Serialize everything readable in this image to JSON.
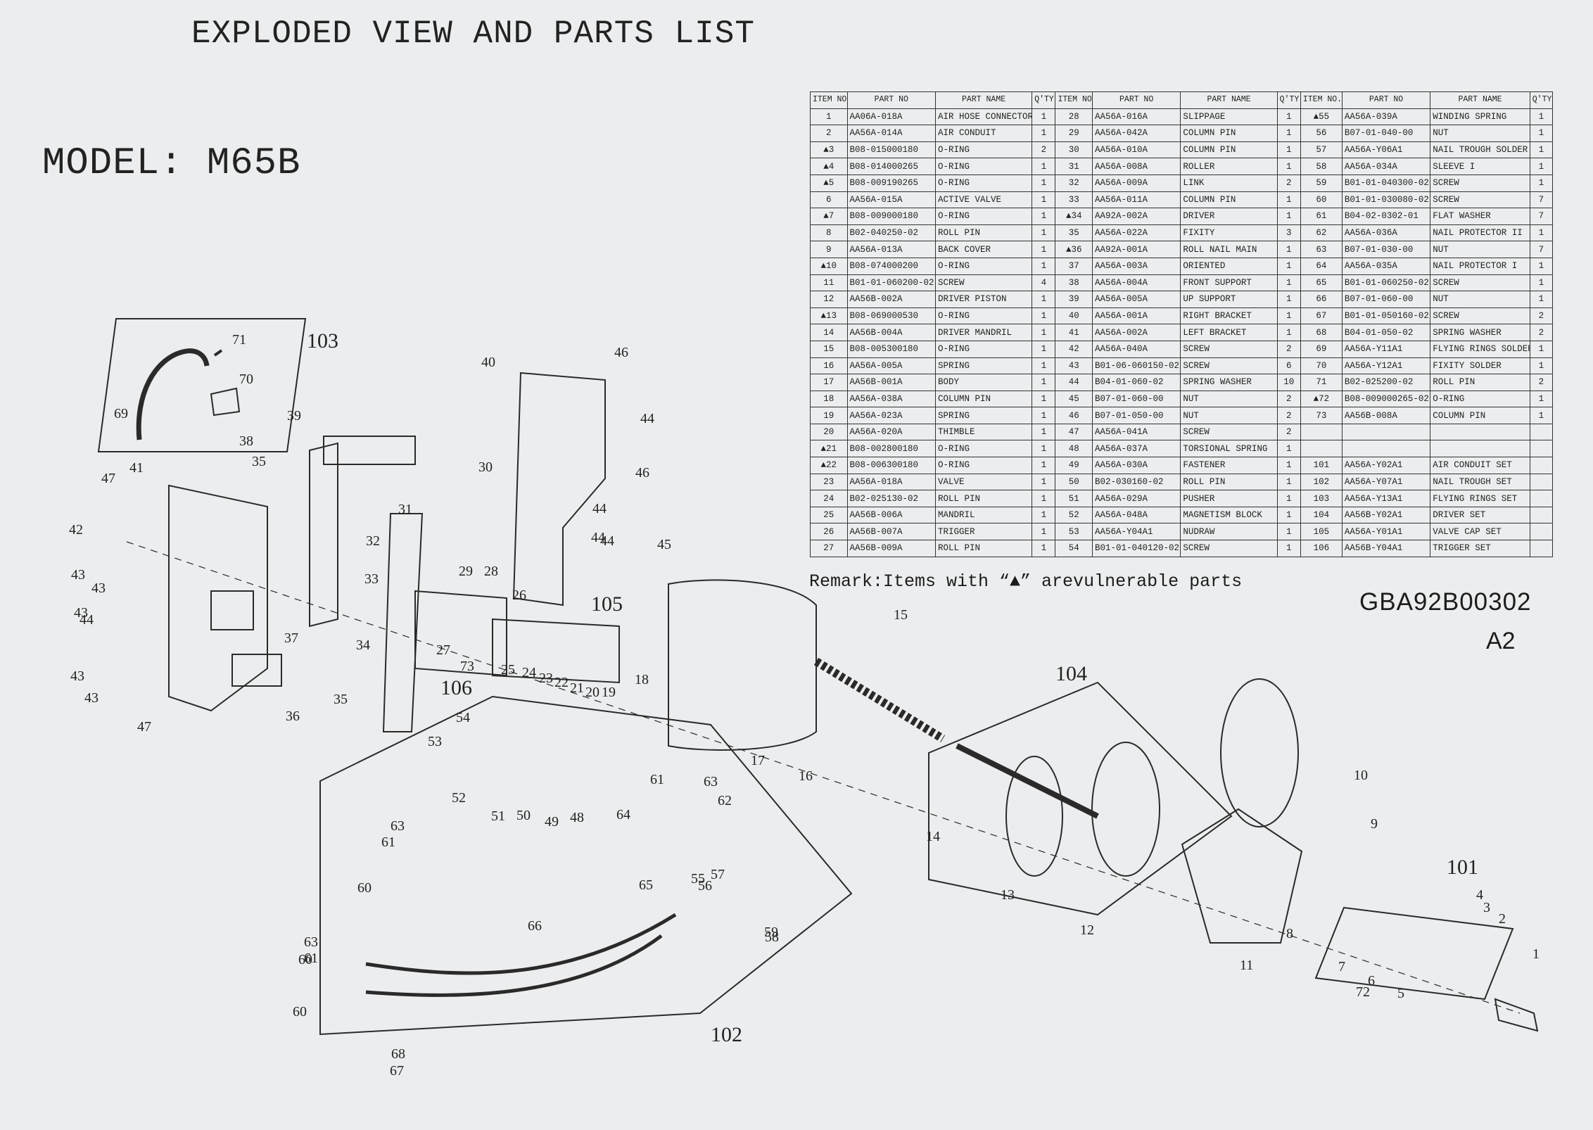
{
  "header": {
    "title": "EXPLODED VIEW AND PARTS LIST",
    "model": "MODEL: M65B"
  },
  "table": {
    "columns": [
      "ITEM NO.",
      "PART NO",
      "PART NAME",
      "Q'TY",
      "ITEM NO.",
      "PART NO",
      "PART NAME",
      "Q'TY",
      "ITEM NO.",
      "PART NO",
      "PART NAME",
      "Q'TY"
    ],
    "rows": [
      [
        "1",
        "AA06A-018A",
        "AIR HOSE CONNECTOR",
        "1",
        "28",
        "AA56A-016A",
        "SLIPPAGE",
        "1",
        "▲55",
        "AA56A-039A",
        "WINDING SPRING",
        "1"
      ],
      [
        "2",
        "AA56A-014A",
        "AIR CONDUIT",
        "1",
        "29",
        "AA56A-042A",
        "COLUMN PIN",
        "1",
        "56",
        "B07-01-040-00",
        "NUT",
        "1"
      ],
      [
        "▲3",
        "B08-015000180",
        "O-RING",
        "2",
        "30",
        "AA56A-010A",
        "COLUMN PIN",
        "1",
        "57",
        "AA56A-Y06A1",
        "NAIL TROUGH SOLDER",
        "1"
      ],
      [
        "▲4",
        "B08-014000265",
        "O-RING",
        "1",
        "31",
        "AA56A-008A",
        "ROLLER",
        "1",
        "58",
        "AA56A-034A",
        "SLEEVE I",
        "1"
      ],
      [
        "▲5",
        "B08-009190265",
        "O-RING",
        "1",
        "32",
        "AA56A-009A",
        "LINK",
        "2",
        "59",
        "B01-01-040300-02",
        "SCREW",
        "1"
      ],
      [
        "6",
        "AA56A-015A",
        "ACTIVE VALVE",
        "1",
        "33",
        "AA56A-011A",
        "COLUMN PIN",
        "1",
        "60",
        "B01-01-030080-02",
        "SCREW",
        "7"
      ],
      [
        "▲7",
        "B08-009000180",
        "O-RING",
        "1",
        "▲34",
        "AA92A-002A",
        "DRIVER",
        "1",
        "61",
        "B04-02-0302-01",
        "FLAT WASHER",
        "7"
      ],
      [
        "8",
        "B02-040250-02",
        "ROLL PIN",
        "1",
        "35",
        "AA56A-022A",
        "FIXITY",
        "3",
        "62",
        "AA56A-036A",
        "NAIL PROTECTOR II",
        "1"
      ],
      [
        "9",
        "AA56A-013A",
        "BACK COVER",
        "1",
        "▲36",
        "AA92A-001A",
        "ROLL NAIL MAIN",
        "1",
        "63",
        "B07-01-030-00",
        "NUT",
        "7"
      ],
      [
        "▲10",
        "B08-074000200",
        "O-RING",
        "1",
        "37",
        "AA56A-003A",
        "ORIENTED",
        "1",
        "64",
        "AA56A-035A",
        "NAIL PROTECTOR I",
        "1"
      ],
      [
        "11",
        "B01-01-060200-02",
        "SCREW",
        "4",
        "38",
        "AA56A-004A",
        "FRONT SUPPORT",
        "1",
        "65",
        "B01-01-060250-02",
        "SCREW",
        "1"
      ],
      [
        "12",
        "AA56B-002A",
        "DRIVER PISTON",
        "1",
        "39",
        "AA56A-005A",
        "UP SUPPORT",
        "1",
        "66",
        "B07-01-060-00",
        "NUT",
        "1"
      ],
      [
        "▲13",
        "B08-069000530",
        "O-RING",
        "1",
        "40",
        "AA56A-001A",
        "RIGHT BRACKET",
        "1",
        "67",
        "B01-01-050160-02",
        "SCREW",
        "2"
      ],
      [
        "14",
        "AA56B-004A",
        "DRIVER MANDRIL",
        "1",
        "41",
        "AA56A-002A",
        "LEFT BRACKET",
        "1",
        "68",
        "B04-01-050-02",
        "SPRING WASHER",
        "2"
      ],
      [
        "15",
        "B08-005300180",
        "O-RING",
        "1",
        "42",
        "AA56A-040A",
        "SCREW",
        "2",
        "69",
        "AA56A-Y11A1",
        "FLYING RINGS SOLDER",
        "1"
      ],
      [
        "16",
        "AA56A-005A",
        "SPRING",
        "1",
        "43",
        "B01-06-060150-02",
        "SCREW",
        "6",
        "70",
        "AA56A-Y12A1",
        "FIXITY SOLDER",
        "1"
      ],
      [
        "17",
        "AA56B-001A",
        "BODY",
        "1",
        "44",
        "B04-01-060-02",
        "SPRING WASHER",
        "10",
        "71",
        "B02-025200-02",
        "ROLL PIN",
        "2"
      ],
      [
        "18",
        "AA56A-038A",
        "COLUMN PIN",
        "1",
        "45",
        "B07-01-060-00",
        "NUT",
        "2",
        "▲72",
        "B08-009000265-02",
        "O-RING",
        "1"
      ],
      [
        "19",
        "AA56A-023A",
        "SPRING",
        "1",
        "46",
        "B07-01-050-00",
        "NUT",
        "2",
        "73",
        "AA56B-008A",
        "COLUMN PIN",
        "1"
      ],
      [
        "20",
        "AA56A-020A",
        "THIMBLE",
        "1",
        "47",
        "AA56A-041A",
        "SCREW",
        "2",
        "",
        "",
        "",
        ""
      ],
      [
        "▲21",
        "B08-002800180",
        "O-RING",
        "1",
        "48",
        "AA56A-037A",
        "TORSIONAL SPRING",
        "1",
        "",
        "",
        "",
        ""
      ],
      [
        "▲22",
        "B08-006300180",
        "O-RING",
        "1",
        "49",
        "AA56A-030A",
        "FASTENER",
        "1",
        "101",
        "AA56A-Y02A1",
        "AIR CONDUIT SET",
        ""
      ],
      [
        "23",
        "AA56A-018A",
        "VALVE",
        "1",
        "50",
        "B02-030160-02",
        "ROLL PIN",
        "1",
        "102",
        "AA56A-Y07A1",
        "NAIL TROUGH SET",
        ""
      ],
      [
        "24",
        "B02-025130-02",
        "ROLL PIN",
        "1",
        "51",
        "AA56A-029A",
        "PUSHER",
        "1",
        "103",
        "AA56A-Y13A1",
        "FLYING RINGS SET",
        ""
      ],
      [
        "25",
        "AA56B-006A",
        "MANDRIL",
        "1",
        "52",
        "AA56A-048A",
        "MAGNETISM BLOCK",
        "1",
        "104",
        "AA56B-Y02A1",
        "DRIVER SET",
        ""
      ],
      [
        "26",
        "AA56B-007A",
        "TRIGGER",
        "1",
        "53",
        "AA56A-Y04A1",
        "NUDRAW",
        "1",
        "105",
        "AA56A-Y01A1",
        "VALVE CAP SET",
        ""
      ],
      [
        "27",
        "AA56B-009A",
        "ROLL PIN",
        "1",
        "54",
        "B01-01-040120-02",
        "SCREW",
        "1",
        "106",
        "AA56B-Y04A1",
        "TRIGGER SET",
        ""
      ]
    ]
  },
  "remark": "Remark:Items with “▲” arevulnerable parts",
  "doc_code": "GBA92B00302",
  "sheet_size": "A2",
  "callouts": [
    "1",
    "2",
    "3",
    "4",
    "5",
    "6",
    "7",
    "8",
    "9",
    "10",
    "11",
    "12",
    "13",
    "14",
    "15",
    "16",
    "17",
    "18",
    "19",
    "20",
    "21",
    "22",
    "23",
    "24",
    "25",
    "26",
    "27",
    "28",
    "29",
    "30",
    "31",
    "32",
    "33",
    "34",
    "35",
    "35",
    "36",
    "37",
    "38",
    "39",
    "40",
    "41",
    "42",
    "43",
    "43",
    "43",
    "43",
    "43",
    "44",
    "44",
    "44",
    "44",
    "44",
    "45",
    "46",
    "46",
    "47",
    "47",
    "48",
    "49",
    "50",
    "51",
    "52",
    "53",
    "54",
    "55",
    "56",
    "57",
    "58",
    "59",
    "60",
    "60",
    "60",
    "61",
    "61",
    "61",
    "62",
    "63",
    "63",
    "63",
    "64",
    "65",
    "66",
    "67",
    "68",
    "69",
    "70",
    "71",
    "72",
    "73",
    "101",
    "102",
    "103",
    "104",
    "105",
    "106"
  ],
  "colors": {
    "background": "#ecedee",
    "ink": "#222222"
  }
}
